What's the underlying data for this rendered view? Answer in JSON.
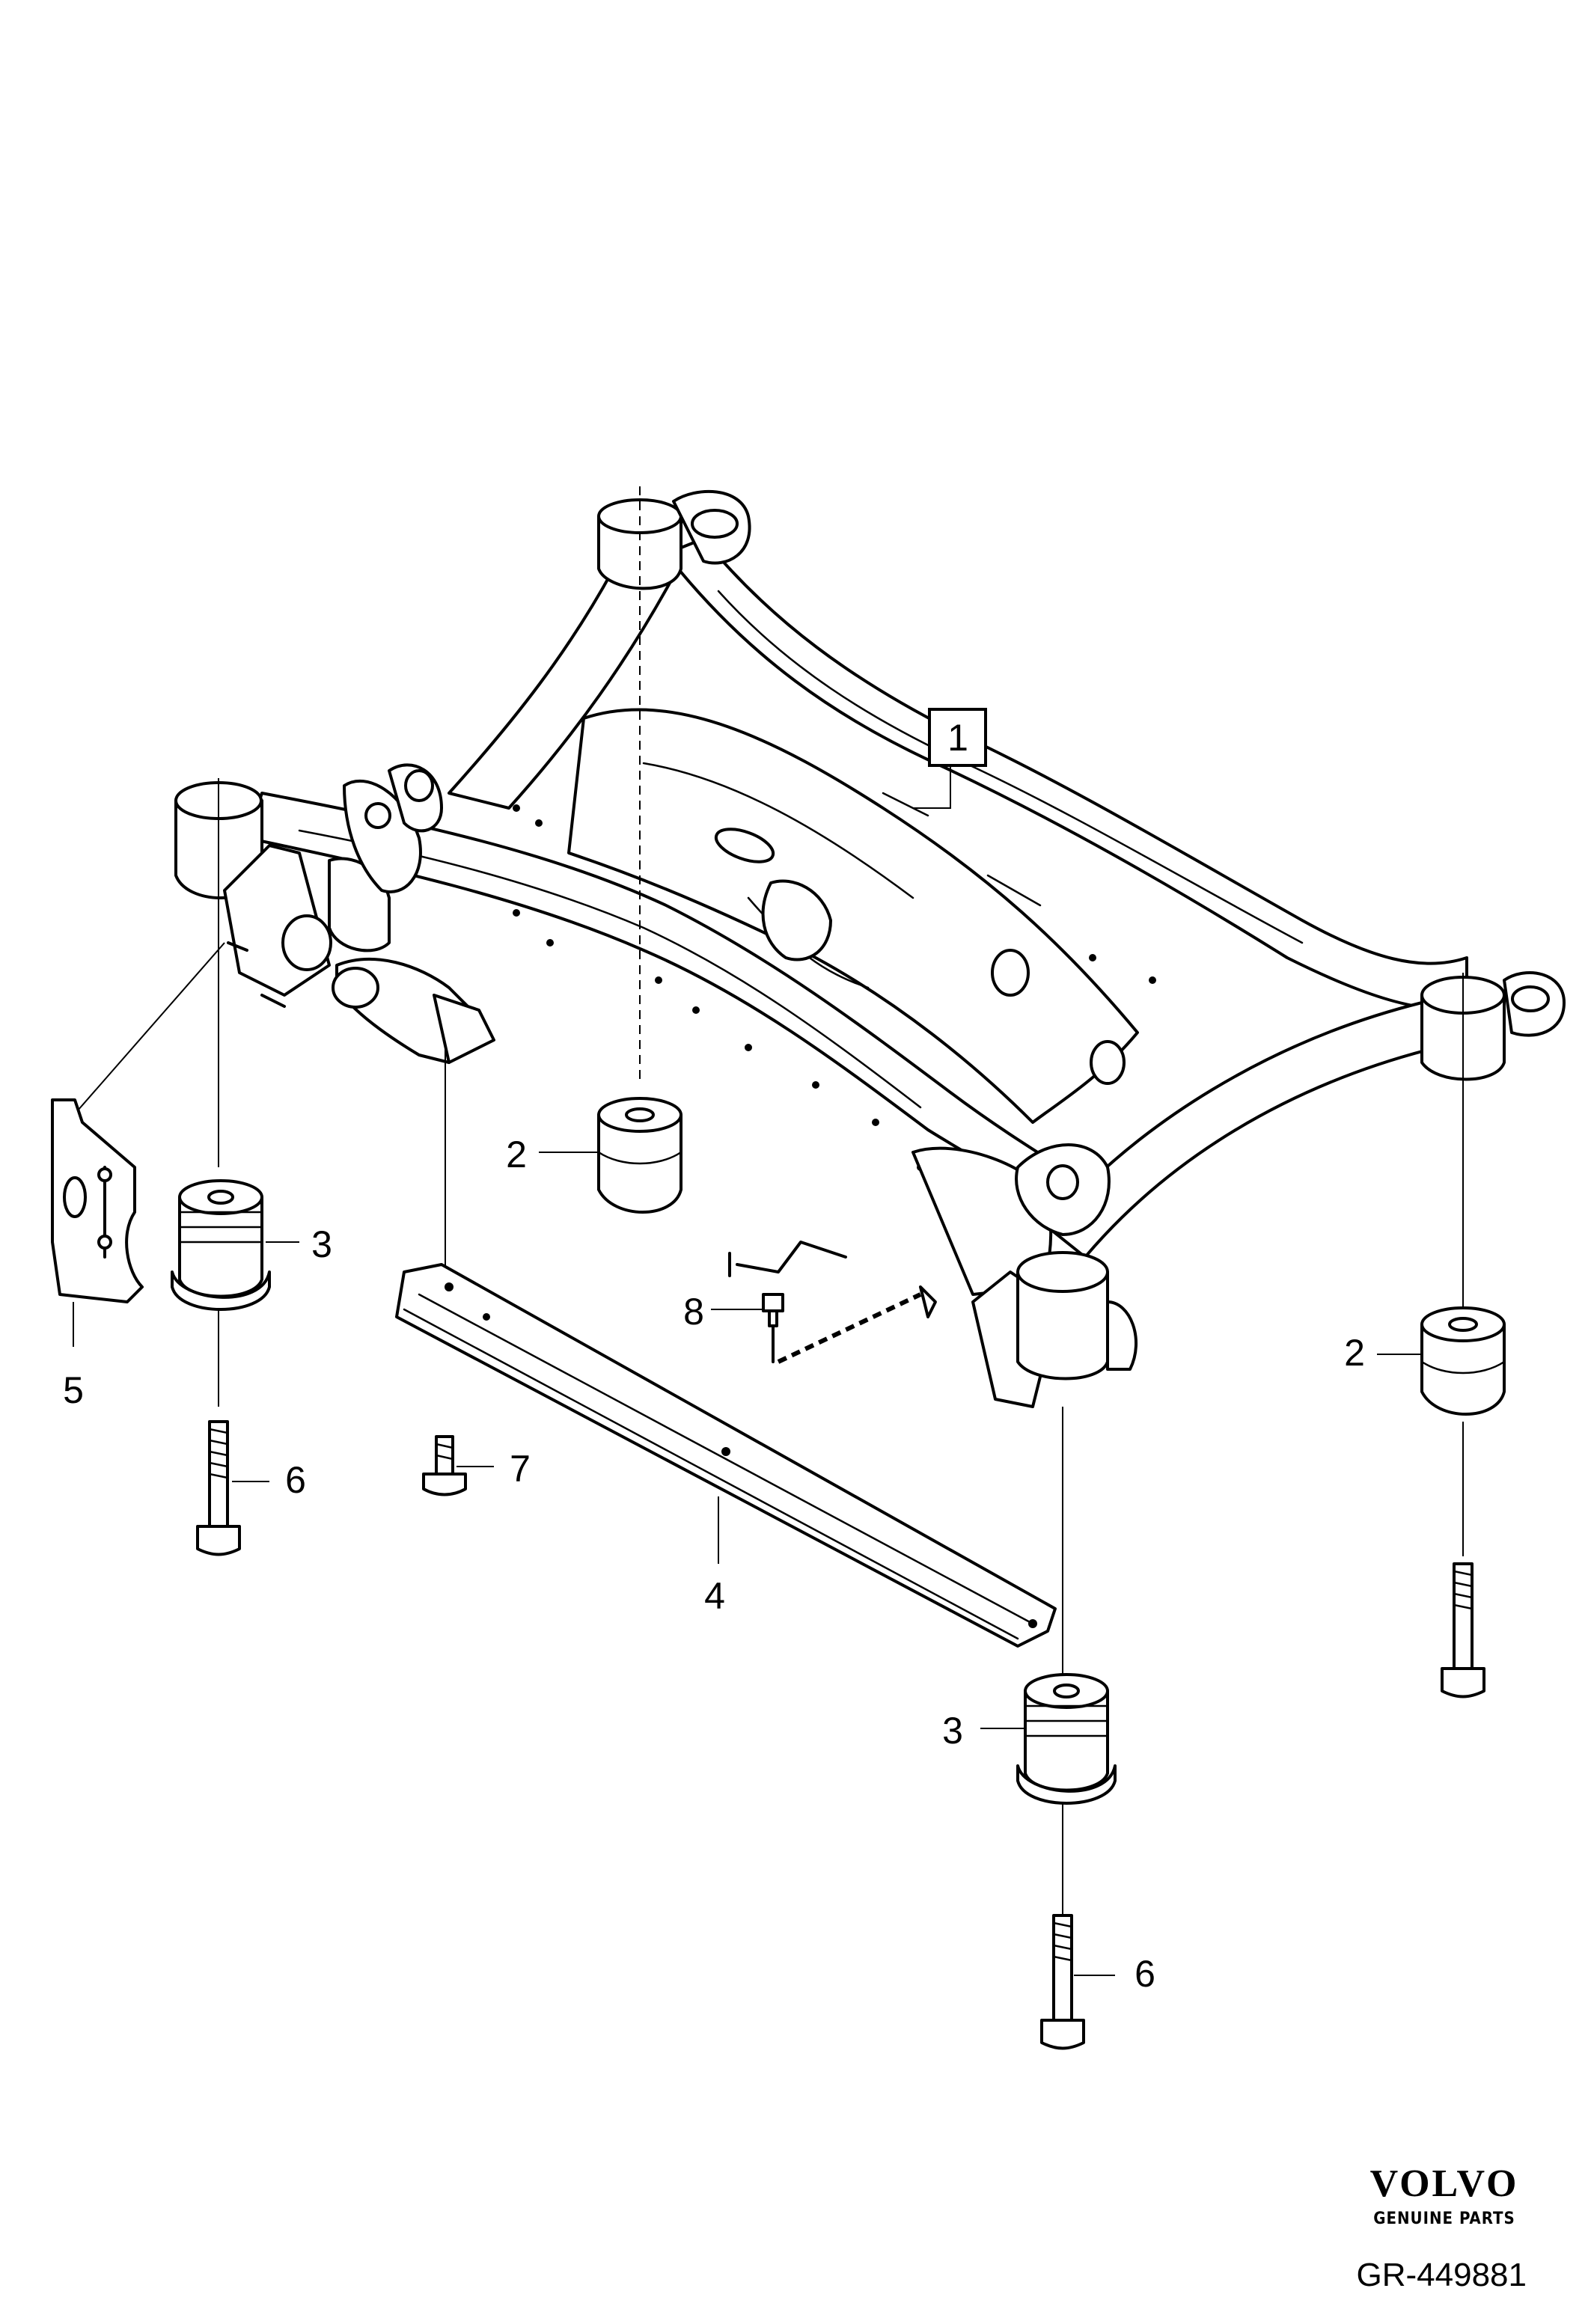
{
  "brand": {
    "name": "VOLVO",
    "subtitle": "GENUINE PARTS"
  },
  "reference": "GR-449881",
  "callouts": {
    "c1": "1",
    "c2a": "2",
    "c2b": "2",
    "c3a": "3",
    "c3b": "3",
    "c4": "4",
    "c5": "5",
    "c6a": "6",
    "c6b": "6",
    "c7": "7",
    "c8": "8"
  }
}
